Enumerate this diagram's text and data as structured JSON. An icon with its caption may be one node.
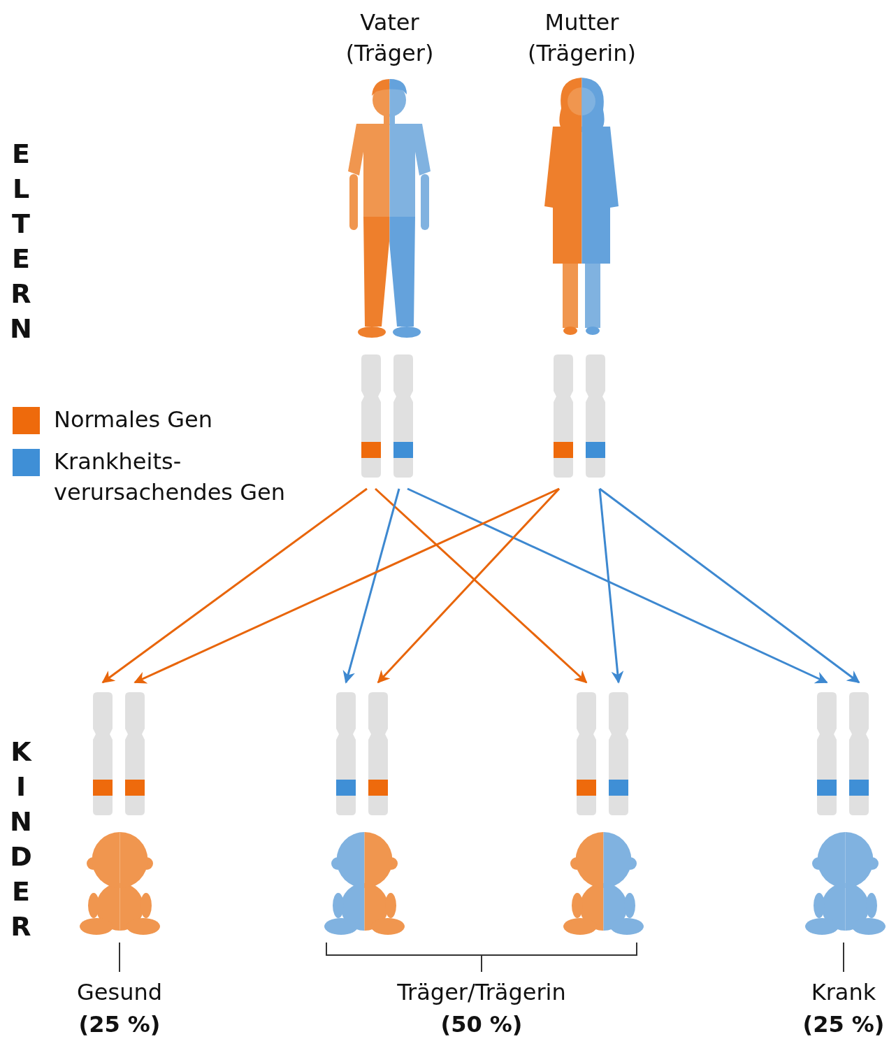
{
  "diagram": {
    "nodes": [
      {
        "text": [
          "Vater (Träger)"
        ]
      },
      {
        "text": [
          "Mutter (Trägerin)"
        ]
      },
      {
        "text": [],
        "shape": "bar"
      },
      {
        "text": [],
        "shape": "bar"
      },
      {
        "text": [],
        "shape": "bar"
      },
      {
        "text": [],
        "shape": "bar"
      },
      {
        "text": [],
        "shape": "bar"
      },
      {
        "text": [],
        "shape": "bar"
      },
      {
        "text": [],
        "shape": "bar"
      },
      {
        "text": [],
        "shape": "bar"
      },
      {
        "text": [],
        "shape": "bar"
      },
      {
        "text": [],
        "shape": "bar"
      },
      {
        "text": [],
        "shape": "bar"
      },
      {
        "text": [],
        "shape": "bar"
      },
      {
        "text": [],
        "shape": "picture"
      },
      {
        "text": [],
        "shape": "picture"
      },
      {
        "text": [],
        "shape": "picture"
      },
      {
        "text": [],
        "shape": "picture"
      }
    ],
    "edges": [
      {
        "from": 2,
        "to": 6,
        "arrow": "to",
        "color": "#e8650a"
      },
      {
        "from": 2,
        "to": 10,
        "arrow": "to",
        "color": "#e8650a"
      },
      {
        "from": 3,
        "to": 8,
        "arrow": "to",
        "color": "#3d88d0"
      },
      {
        "from": 3,
        "to": 12,
        "arrow": "to",
        "color": "#3d88d0"
      },
      {
        "from": 4,
        "to": 7,
        "arrow": "to",
        "color": "#e8650a"
      },
      {
        "from": 4,
        "to": 9,
        "arrow": "to",
        "color": "#e8650a"
      },
      {
        "from": 5,
        "to": 11,
        "arrow": "to",
        "color": "#3d88d0"
      },
      {
        "from": 5,
        "to": 13,
        "arrow": "to",
        "color": "#3d88d0"
      }
    ],
    "labels": [
      "ELTERN",
      "KINDER",
      "Gesund **(25 %)**",
      "Träger/Trägerin **(50 %)**",
      "Krank **(25 %)**"
    ],
    "legend": [
      {
        "text": "Normales Gen",
        "color": "#ee6a0c"
      },
      {
        "text": "Krankheits- verursachendes Gen",
        "color": "#3f8fd6"
      }
    ]
  }
}
